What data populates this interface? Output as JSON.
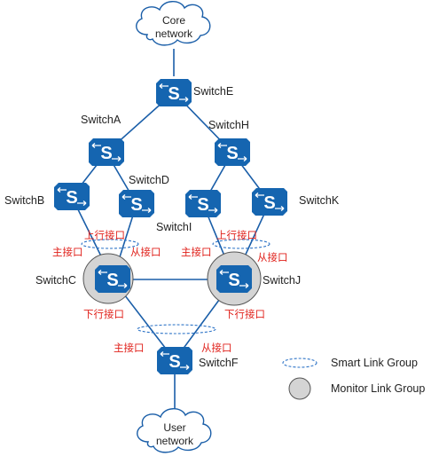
{
  "clouds": {
    "core": [
      "Core",
      "network"
    ],
    "user": [
      "User",
      "network"
    ]
  },
  "switches": {
    "E": "SwitchE",
    "A": "SwitchA",
    "H": "SwitchH",
    "B": "SwitchB",
    "D": "SwitchD",
    "I": "SwitchI",
    "K": "SwitchK",
    "C": "SwitchC",
    "J": "SwitchJ",
    "F": "SwitchF"
  },
  "switch_icon_glyph": "S",
  "port_labels": {
    "uplink_left": "上行接口",
    "uplink_right": "上行接口",
    "master_left": "主接口",
    "slave_left": "从接口",
    "master_right": "主接口",
    "slave_right": "从接口",
    "downlink_left": "下行接口",
    "downlink_right": "下行接口",
    "master_bottom": "主接口",
    "slave_bottom": "从接口"
  },
  "legend": {
    "smart_link": "Smart Link Group",
    "monitor_link": "Monitor Link Group"
  },
  "colors": {
    "switch_fill": "#1565b0",
    "link": "#1a5ea8",
    "port_label": "#e0211b",
    "smart_link_ellipse": "#2e74c7",
    "monitor_link_fill": "#d4d4d4"
  },
  "icons": [
    "cloud-icon",
    "switch-icon",
    "dashed-ellipse-icon",
    "gray-circle-icon"
  ]
}
